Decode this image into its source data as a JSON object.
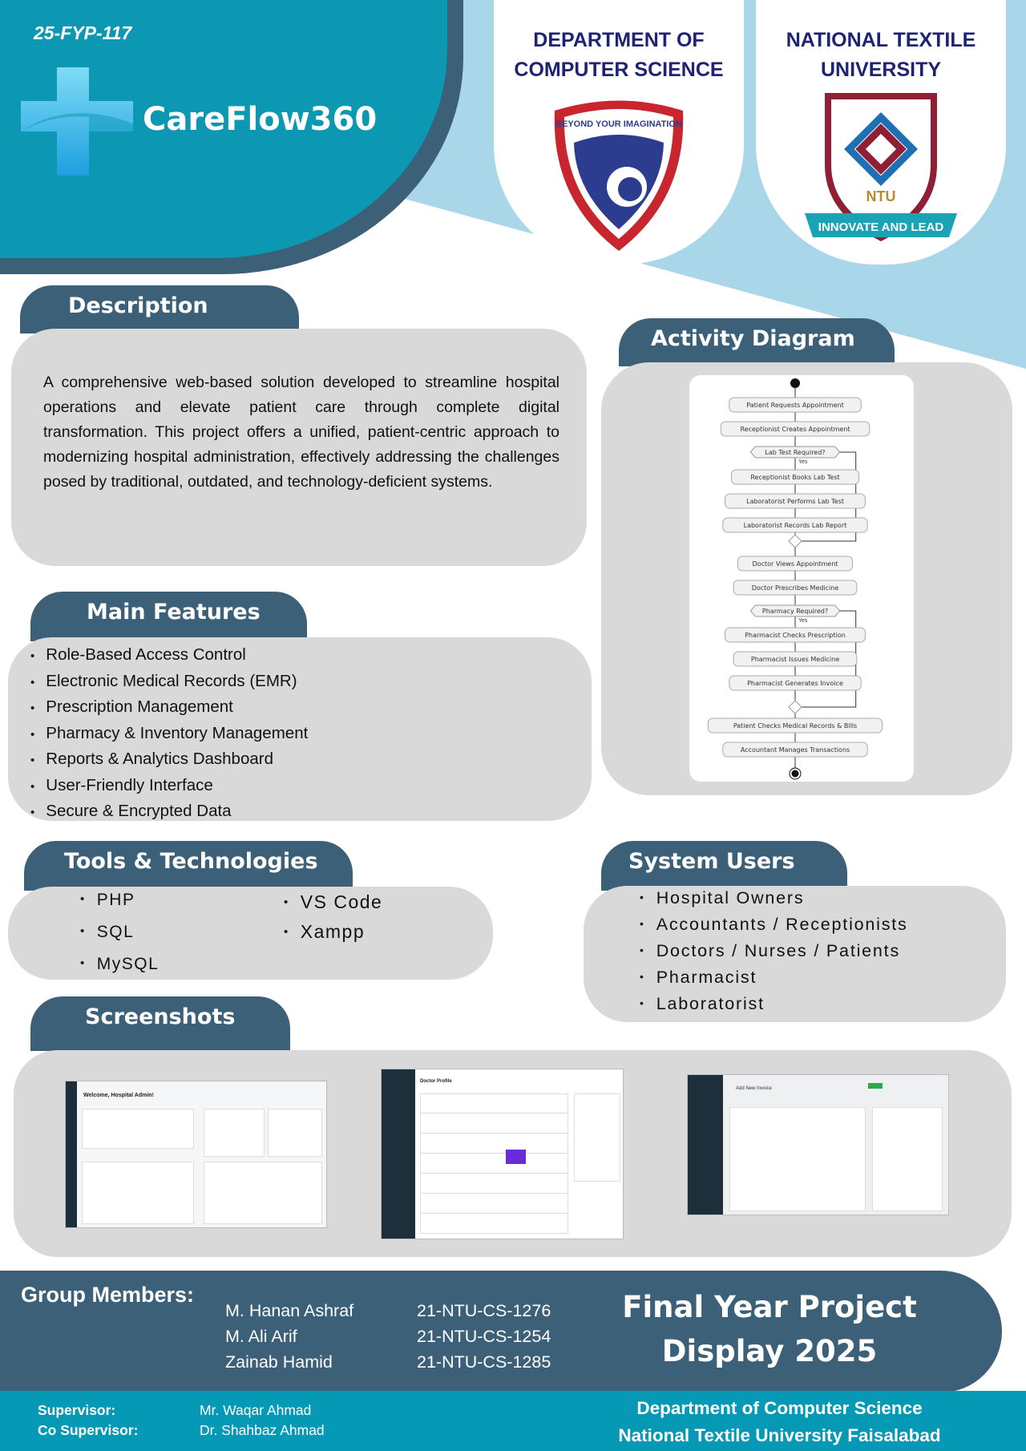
{
  "header": {
    "project_code": "25-FYP-117",
    "app_name": "CareFlow360"
  },
  "cards": {
    "department": "DEPARTMENT OF COMPUTER SCIENCE",
    "university": "NATIONAL TEXTILE UNIVERSITY",
    "dept_logo_text": "BEYOND YOUR IMAGINATION",
    "ntu_logo_text": "NTU",
    "ntu_motto": "INNOVATE AND LEAD"
  },
  "description": {
    "title": "Description",
    "text": "A comprehensive web-based solution developed to streamline hospital operations and elevate patient care through complete digital transformation. This project offers a unified, patient-centric approach to modernizing hospital administration, effectively addressing the challenges posed by traditional, outdated, and technology-deficient systems."
  },
  "features": {
    "title": "Main Features",
    "items": [
      "Role-Based Access Control",
      "Electronic Medical Records (EMR)",
      "Prescription Management",
      "Pharmacy & Inventory Management",
      "Reports & Analytics Dashboard",
      "User-Friendly Interface",
      "Secure & Encrypted Data"
    ]
  },
  "tools": {
    "title": "Tools & Technologies",
    "col1": [
      "PHP",
      "SQL",
      "MySQL"
    ],
    "col2": [
      "VS Code",
      "Xampp"
    ]
  },
  "users": {
    "title": "System Users",
    "items": [
      "Hospital Owners",
      "Accountants / Receptionists",
      "Doctors / Nurses / Patients",
      "Pharmacist",
      "Laboratorist"
    ]
  },
  "activity": {
    "title": "Activity Diagram",
    "yes": "Yes",
    "steps": [
      "Patient Requests Appointment",
      "Receptionist Creates Appointment",
      "Lab Test Required?",
      "Receptionist Books Lab Test",
      "Laboratorist Performs Lab Test",
      "Laboratorist Records Lab Report",
      "Doctor Views Appointment",
      "Doctor Prescribes Medicine",
      "Pharmacy Required?",
      "Pharmacist Checks Prescription",
      "Pharmacist Issues Medicine",
      "Pharmacist Generates Invoice",
      "Patient Checks Medical Records & Bills",
      "Accountant Manages Transactions"
    ]
  },
  "screenshots": {
    "title": "Screenshots",
    "s1": "Welcome, Hospital Admin!",
    "s2": "Doctor Profile",
    "s3": "Add New Invoice"
  },
  "members": {
    "title": "Group Members:",
    "list": [
      {
        "name": "M. Hanan Ashraf",
        "id": "21-NTU-CS-1276"
      },
      {
        "name": "M. Ali Arif",
        "id": "21-NTU-CS-1254"
      },
      {
        "name": "Zainab Hamid",
        "id": "21-NTU-CS-1285"
      }
    ],
    "event_line1": "Final Year Project",
    "event_line2": "Display 2025"
  },
  "footer": {
    "supervisor_label": "Supervisor:",
    "supervisor": "Mr. Waqar Ahmad",
    "co_label": "Co Supervisor:",
    "co_supervisor": "Dr. Shahbaz Ahmad",
    "dept": "Department of Computer Science",
    "uni": "National Textile University Faisalabad"
  }
}
